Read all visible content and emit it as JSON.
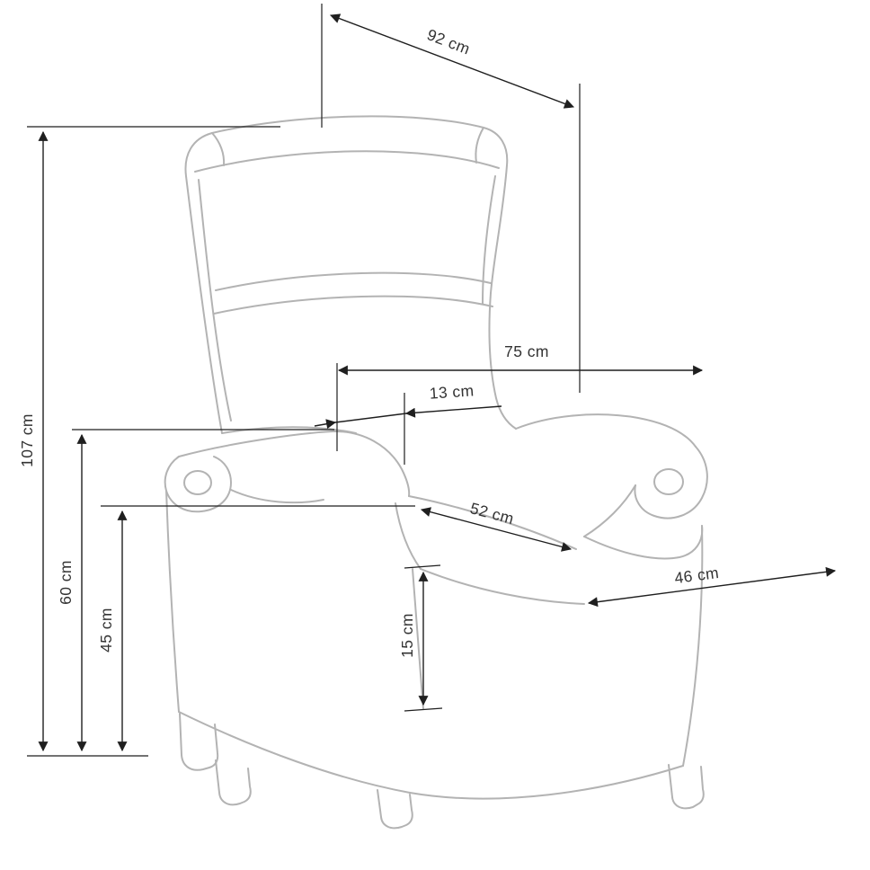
{
  "figure": {
    "type": "dimension-diagram",
    "subject": "wingback recliner armchair line drawing"
  },
  "colors": {
    "background": "#ffffff",
    "chair_line": "#b3b3b3",
    "dim_line": "#1f1f1f",
    "dim_text": "#333333"
  },
  "dimensions": {
    "total_depth": "92 cm",
    "total_height": "107 cm",
    "width_back_to_arm": "75 cm",
    "armrest_width": "13 cm",
    "seat_depth": "52 cm",
    "seat_width": "46 cm",
    "armrest_height": "60 cm",
    "seat_height": "45 cm",
    "front_panel_height": "15 cm"
  }
}
